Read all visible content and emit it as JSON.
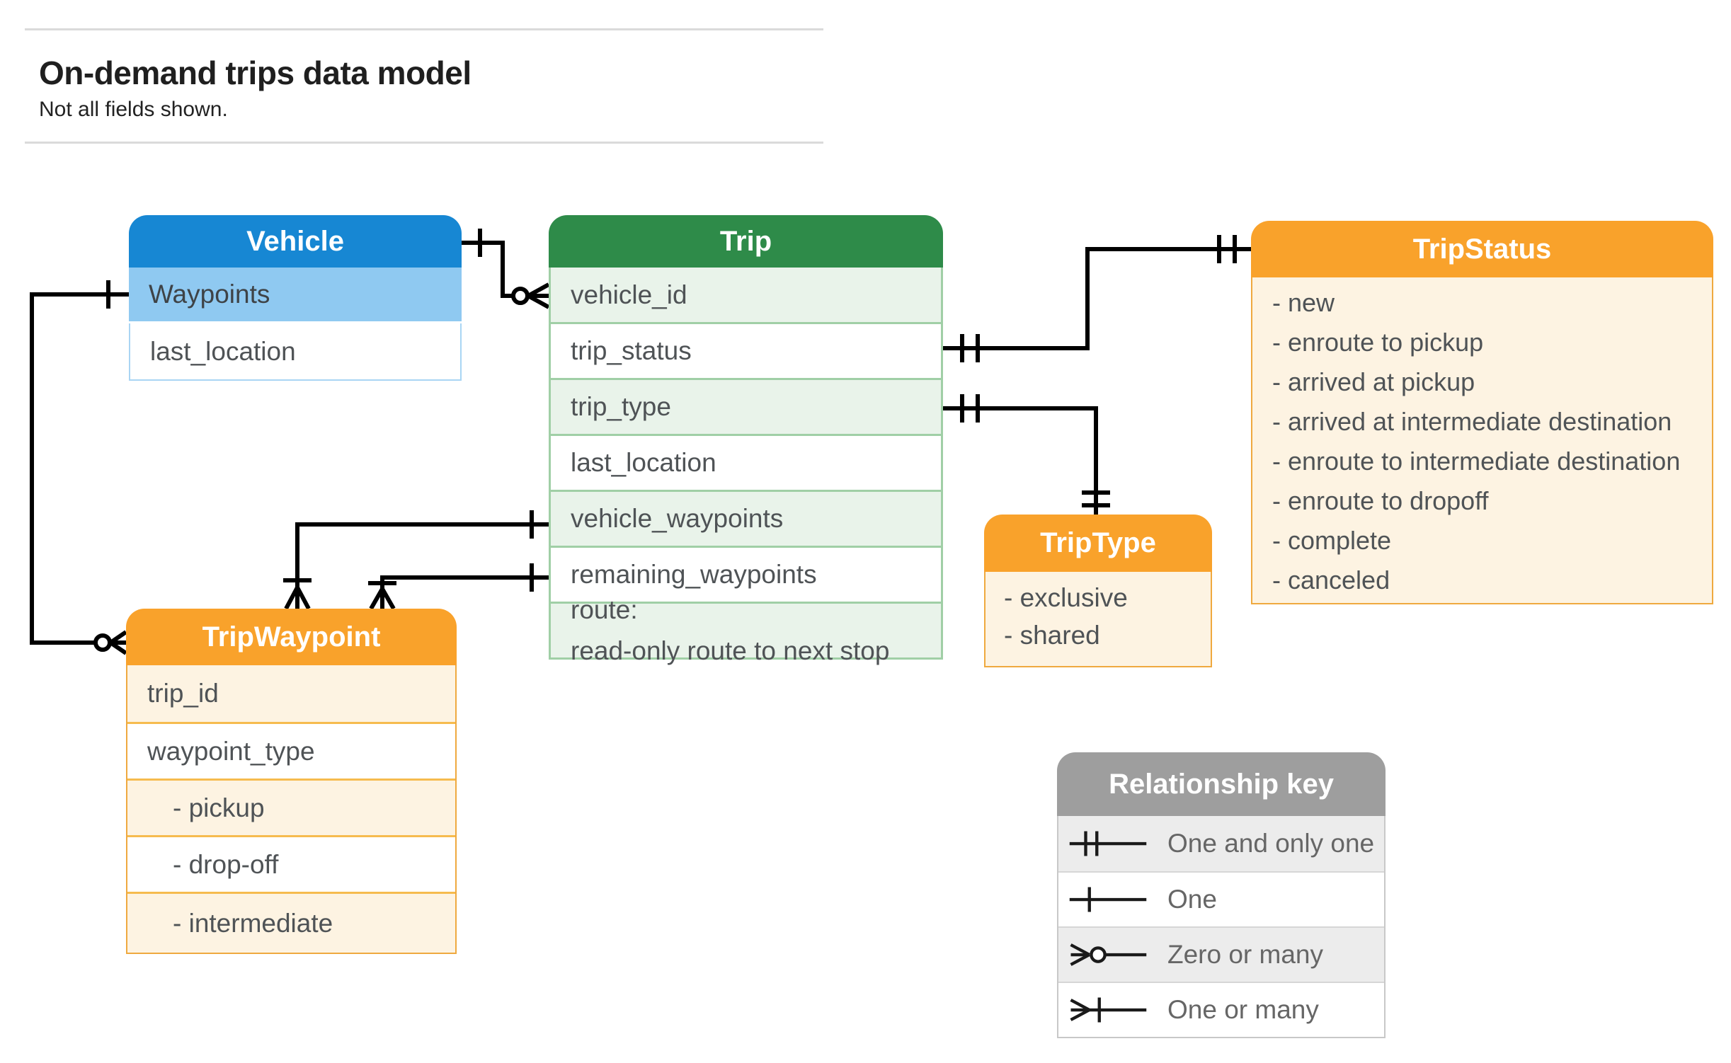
{
  "page": {
    "title": "On-demand trips data model",
    "subtitle": "Not all fields shown."
  },
  "entities": {
    "vehicle": {
      "title": "Vehicle",
      "rows": [
        "Waypoints",
        "last_location"
      ]
    },
    "trip": {
      "title": "Trip",
      "rows": [
        "vehicle_id",
        "trip_status",
        "trip_type",
        "last_location",
        "vehicle_waypoints",
        "remaining_waypoints"
      ],
      "route_row": {
        "line1": "route:",
        "line2": "read-only route to next stop"
      }
    },
    "tripStatus": {
      "title": "TripStatus",
      "values": [
        "- new",
        "- enroute to pickup",
        "- arrived at pickup",
        "- arrived at intermediate destination",
        "- enroute to intermediate destination",
        "- enroute to dropoff",
        "- complete",
        "- canceled"
      ]
    },
    "tripType": {
      "title": "TripType",
      "values": [
        "- exclusive",
        "- shared"
      ]
    },
    "tripWaypoint": {
      "title": "TripWaypoint",
      "rows": [
        "trip_id",
        "waypoint_type",
        "- pickup",
        "- drop-off",
        "- intermediate"
      ]
    }
  },
  "legend": {
    "title": "Relationship key",
    "entries": [
      {
        "symbol": "one-and-only-one",
        "label": "One and only one"
      },
      {
        "symbol": "one",
        "label": "One"
      },
      {
        "symbol": "zero-or-many",
        "label": "Zero or many"
      },
      {
        "symbol": "one-or-many",
        "label": "One or many"
      }
    ]
  },
  "relationships": [
    {
      "from": "Vehicle",
      "from_cardinality": "one",
      "to": "Trip.vehicle_id",
      "to_cardinality": "zero or many"
    },
    {
      "from": "Vehicle.Waypoints",
      "from_cardinality": "one",
      "to": "TripWaypoint",
      "to_cardinality": "zero or many"
    },
    {
      "from": "Trip.trip_status",
      "from_cardinality": "one and only one",
      "to": "TripStatus",
      "to_cardinality": "one and only one"
    },
    {
      "from": "Trip.trip_type",
      "from_cardinality": "one and only one",
      "to": "TripType",
      "to_cardinality": "one and only one"
    },
    {
      "from": "Trip.vehicle_waypoints",
      "from_cardinality": "one",
      "to": "TripWaypoint",
      "to_cardinality": "one or many"
    },
    {
      "from": "Trip.remaining_waypoints",
      "from_cardinality": "one",
      "to": "TripWaypoint",
      "to_cardinality": "one or many"
    }
  ],
  "colors": {
    "vehicle_header": "#1787d3",
    "vehicle_row": "#8fc9f1",
    "trip_header": "#2e8b49",
    "trip_row": "#e9f3ea",
    "orange_header": "#f9a22b",
    "orange_row": "#fdf3e2",
    "legend_header": "#9e9e9e",
    "legend_row": "#ececec",
    "wire": "#000000"
  }
}
